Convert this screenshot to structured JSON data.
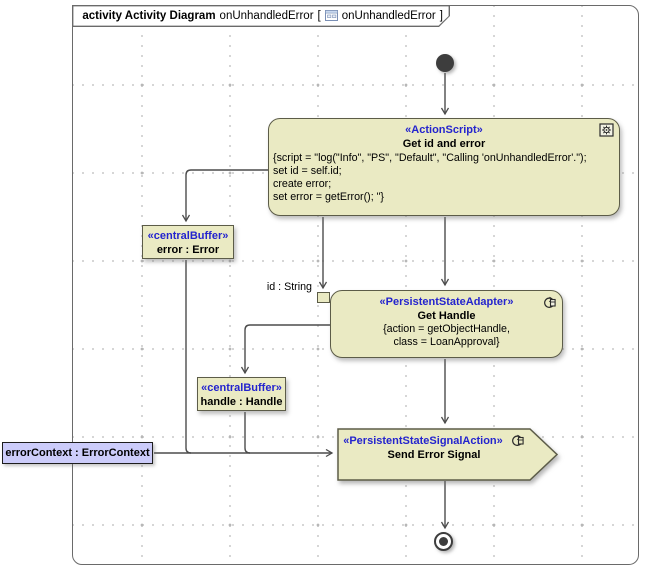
{
  "header": {
    "keyword": "activity Activity Diagram",
    "name": "onUnhandledError",
    "bracket_open": "[",
    "ref_name": "onUnhandledError",
    "bracket_close": "]"
  },
  "nodes": {
    "action_script": {
      "stereotype": "«ActionScript»",
      "name": "Get id and error",
      "body_lines": [
        "{script = \"log(\"Info\", \"PS\", \"Default\", \"Calling 'onUnhandledError'.\");",
        "set id = self.id;",
        "create error;",
        "set error = getError(); \"}"
      ]
    },
    "error_buffer": {
      "stereotype": "«centralBuffer»",
      "name": "error : Error"
    },
    "get_handle": {
      "stereotype": "«PersistentStateAdapter»",
      "name": "Get Handle",
      "body_lines": [
        "{action = getObjectHandle,",
        "class = LoanApproval}"
      ],
      "pin_label": "id : String"
    },
    "handle_buffer": {
      "stereotype": "«centralBuffer»",
      "name": "handle : Handle"
    },
    "send_signal": {
      "stereotype": "«PersistentStateSignalAction»",
      "name": "Send Error Signal"
    },
    "error_context": {
      "label": "errorContext : ErrorContext"
    }
  },
  "colors": {
    "node_fill": "#eaeac3",
    "node_border": "#5c5c48",
    "stereotype_blue": "#2424ce",
    "edge_gray": "#4c4c4c",
    "object_fill": "#ccccfa",
    "frame_border": "#6a6a6a"
  }
}
